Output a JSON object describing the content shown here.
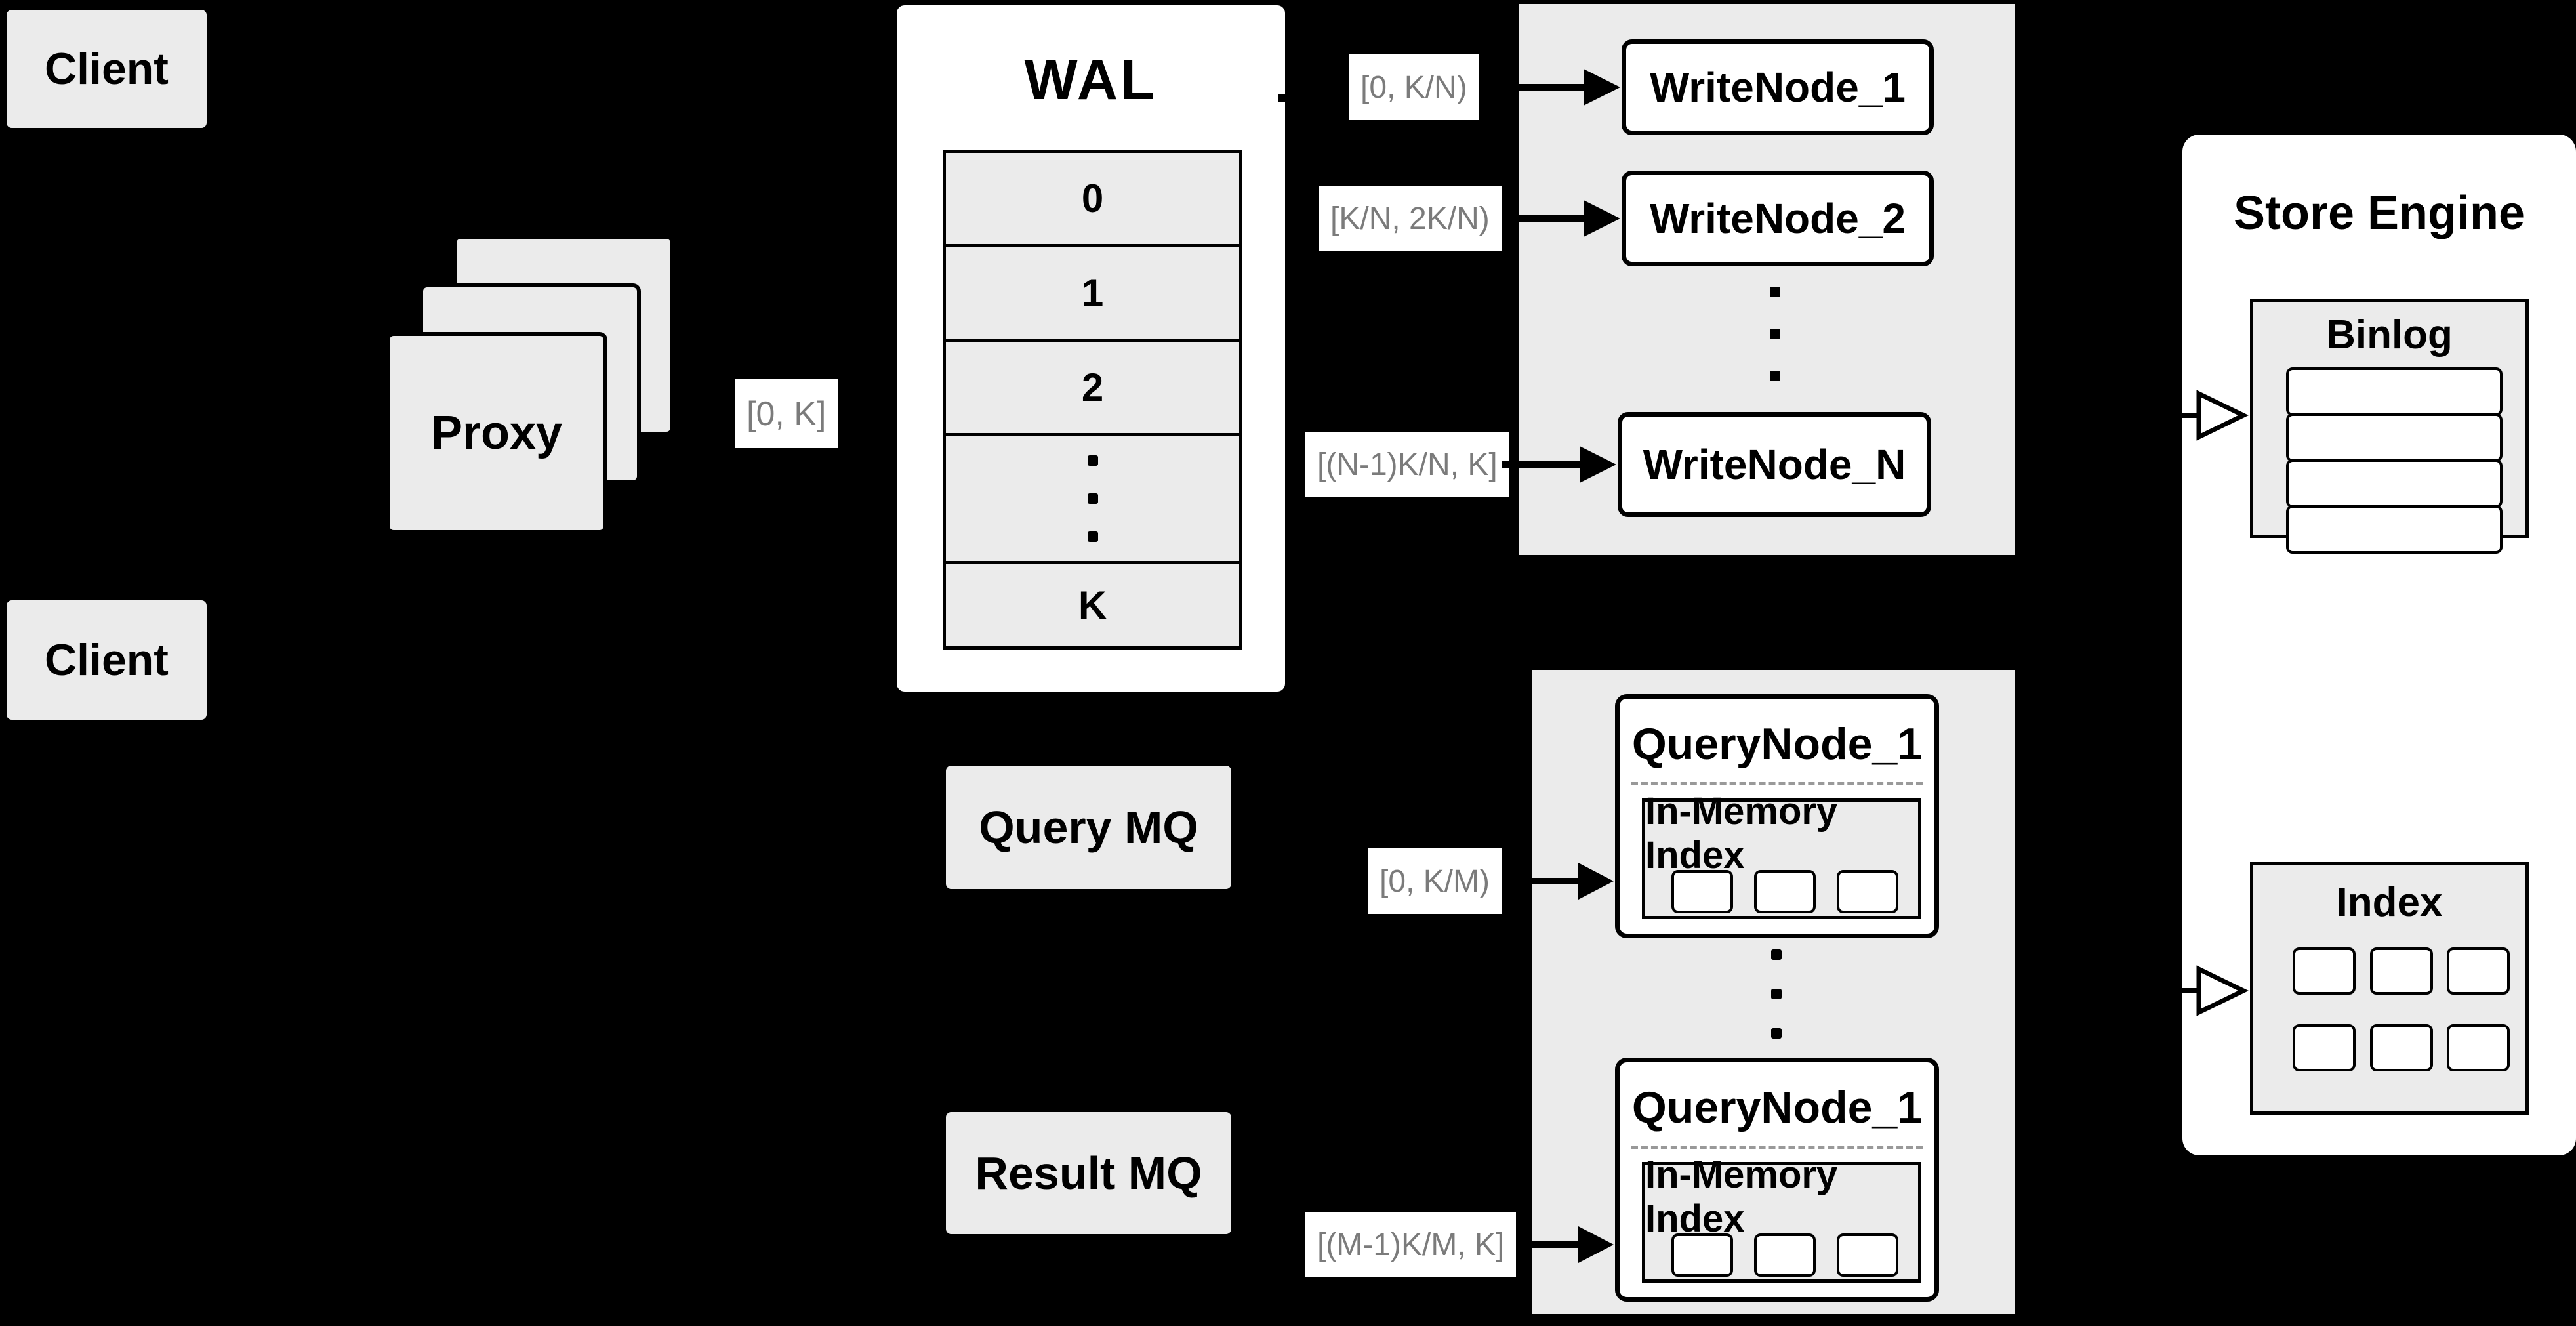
{
  "colors": {
    "background": "#000000",
    "panel_fill": "#ebebeb",
    "node_fill": "#ffffff",
    "border": "#000000",
    "range_label_text": "#7b7b7b",
    "text": "#000000"
  },
  "clients": {
    "top_label": "Client",
    "bottom_label": "Client"
  },
  "proxy": {
    "label": "Proxy",
    "range": "[0, K]"
  },
  "wal": {
    "title": "WAL",
    "segments": [
      "0",
      "1",
      "2"
    ],
    "last_segment": "K"
  },
  "write_cluster": {
    "nodes": [
      {
        "name": "WriteNode_1",
        "range": "[0, K/N)"
      },
      {
        "name": "WriteNode_2",
        "range": "[K/N, 2K/N)"
      },
      {
        "name": "WriteNode_N",
        "range": "[(N-1)K/N, K]"
      }
    ]
  },
  "store_engine": {
    "title": "Store Engine",
    "binlog": {
      "title": "Binlog",
      "row_count": 4
    },
    "index": {
      "title": "Index",
      "cell_count": 6
    }
  },
  "mq": {
    "query_label": "Query MQ",
    "result_label": "Result MQ"
  },
  "query_cluster": {
    "nodes": [
      {
        "name": "QueryNode_1",
        "inner_title": "In-Memory Index",
        "range": "[0, K/M)"
      },
      {
        "name": "QueryNode_1",
        "inner_title": "In-Memory Index",
        "range": "[(M-1)K/M, K]"
      }
    ]
  },
  "icons": {
    "solid_arrow": "filled right arrow",
    "open_arrow": "hollow right arrow",
    "vertical_ellipsis": "⋮"
  }
}
